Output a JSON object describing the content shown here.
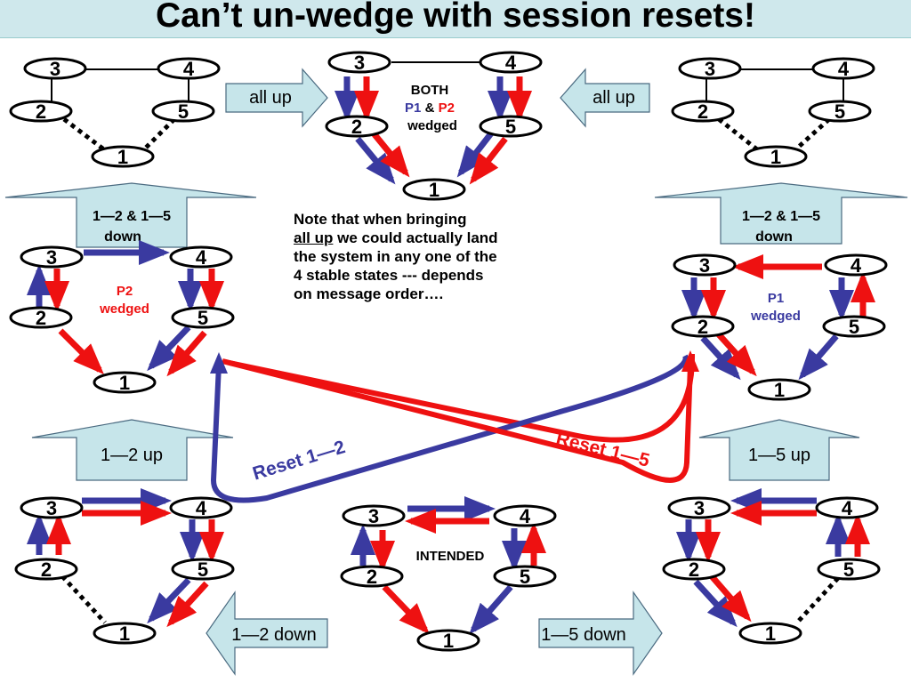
{
  "title": "Can’t un-wedge with session resets!",
  "colors": {
    "p1": "#3a3aa0",
    "p2": "#ee1111",
    "panel": "#c6e5ea",
    "panel_stroke": "#4a6a80"
  },
  "transitions": {
    "all_up_left": "all up",
    "all_up_right": "all up",
    "down_left": [
      "1—2 & 1—5",
      "down"
    ],
    "down_right": [
      "1—2 & 1—5",
      "down"
    ],
    "up_12": "1—2 up",
    "up_15": "1—5 up",
    "down_12": "1—2 down",
    "down_15": "1—5 down"
  },
  "resets": {
    "r12": "Reset 1—2",
    "r15": "Reset 1—5"
  },
  "labels": {
    "both": "BOTH",
    "p1": "P1",
    "amp": " & ",
    "p2": "P2",
    "wedged": "wedged",
    "intended": "INTENDED"
  },
  "note": {
    "l1": "Note that when bringing",
    "l2a": "all up",
    "l2b": " we could actually land",
    "l3": "the system in any one of the",
    "l4": "4 stable states --- depends",
    "l5": "on message order…."
  },
  "nodes": [
    "1",
    "2",
    "3",
    "4",
    "5"
  ]
}
